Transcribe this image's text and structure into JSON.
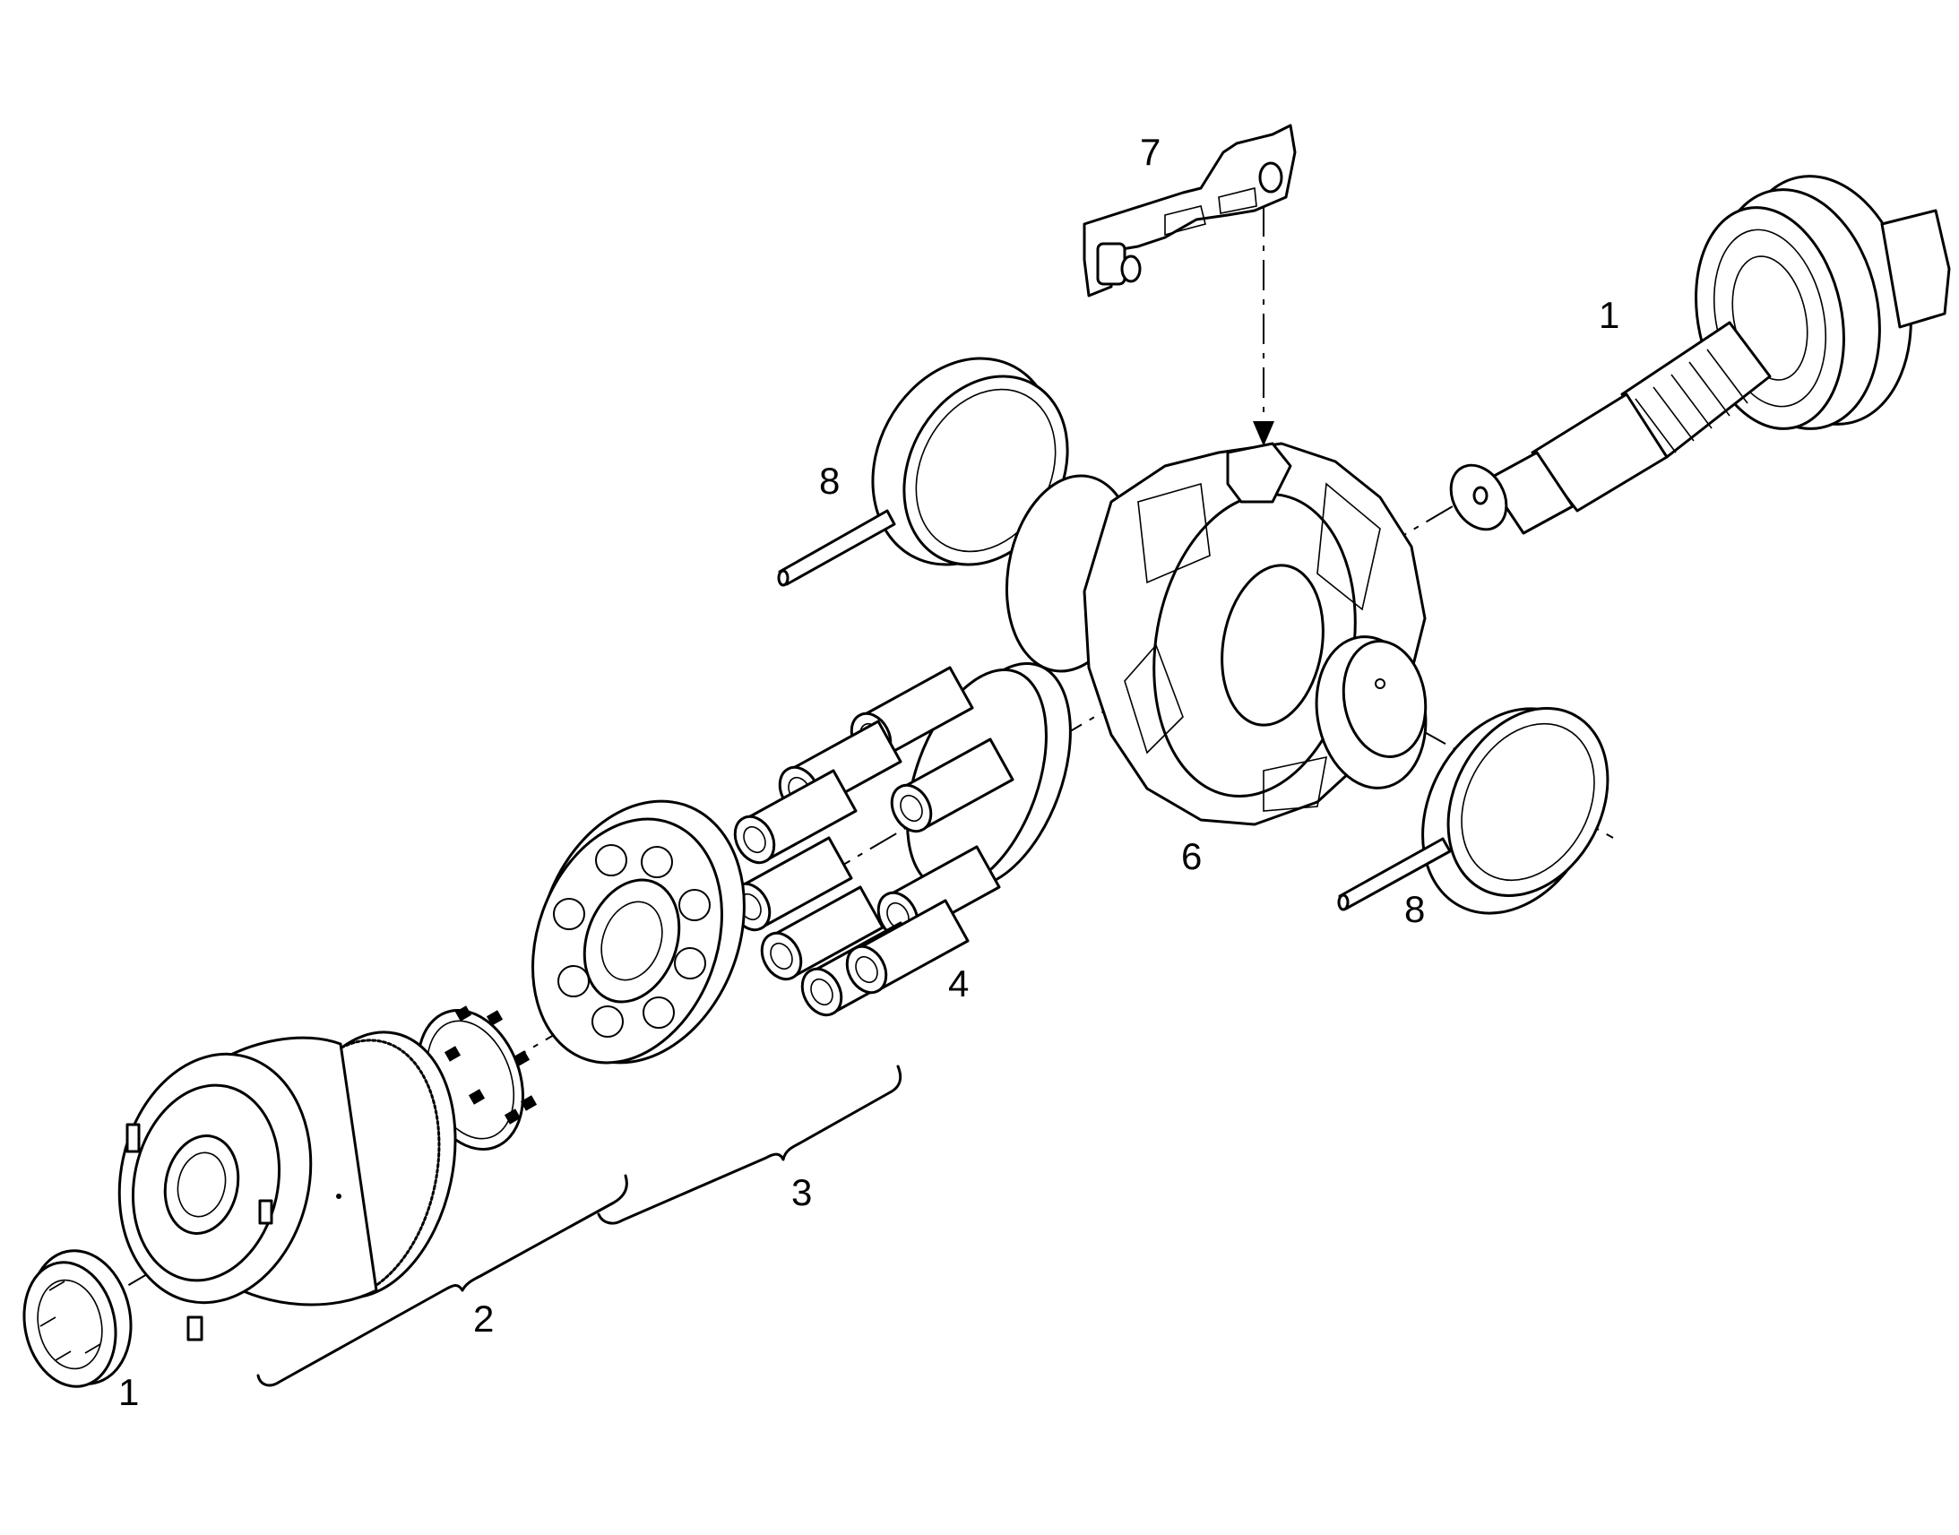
{
  "callouts": [
    {
      "id": "shaft",
      "text": "1"
    },
    {
      "id": "bearing",
      "text": "1"
    },
    {
      "id": "port-plate-assembly",
      "text": "2"
    },
    {
      "id": "cylinder-parts",
      "text": "3"
    },
    {
      "id": "piston-set",
      "text": "4"
    },
    {
      "id": "swash-plate",
      "text": "6"
    },
    {
      "id": "control-link",
      "text": "7"
    },
    {
      "id": "upper-bearing-pin",
      "text": "8"
    },
    {
      "id": "lower-bearing-pin",
      "text": "8"
    }
  ]
}
